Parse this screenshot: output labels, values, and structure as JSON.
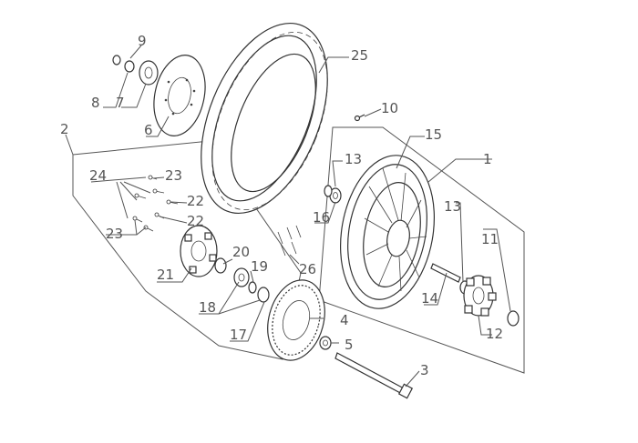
{
  "diagram": {
    "callouts": [
      {
        "id": "c1",
        "text": "1"
      },
      {
        "id": "c2",
        "text": "2"
      },
      {
        "id": "c3",
        "text": "3"
      },
      {
        "id": "c4",
        "text": "4"
      },
      {
        "id": "c5",
        "text": "5"
      },
      {
        "id": "c6",
        "text": "6"
      },
      {
        "id": "c7",
        "text": "7"
      },
      {
        "id": "c8",
        "text": "8"
      },
      {
        "id": "c9",
        "text": "9"
      },
      {
        "id": "c10",
        "text": "10"
      },
      {
        "id": "c11",
        "text": "11"
      },
      {
        "id": "c12",
        "text": "12"
      },
      {
        "id": "c13a",
        "text": "13"
      },
      {
        "id": "c13b",
        "text": "13"
      },
      {
        "id": "c14",
        "text": "14"
      },
      {
        "id": "c15",
        "text": "15"
      },
      {
        "id": "c16",
        "text": "16"
      },
      {
        "id": "c17",
        "text": "17"
      },
      {
        "id": "c18",
        "text": "18"
      },
      {
        "id": "c19",
        "text": "19"
      },
      {
        "id": "c20",
        "text": "20"
      },
      {
        "id": "c21",
        "text": "21"
      },
      {
        "id": "c22a",
        "text": "22"
      },
      {
        "id": "c22b",
        "text": "22"
      },
      {
        "id": "c23a",
        "text": "23"
      },
      {
        "id": "c23b",
        "text": "23"
      },
      {
        "id": "c24",
        "text": "24"
      },
      {
        "id": "c25",
        "text": "25"
      },
      {
        "id": "c26",
        "text": "26"
      }
    ]
  }
}
